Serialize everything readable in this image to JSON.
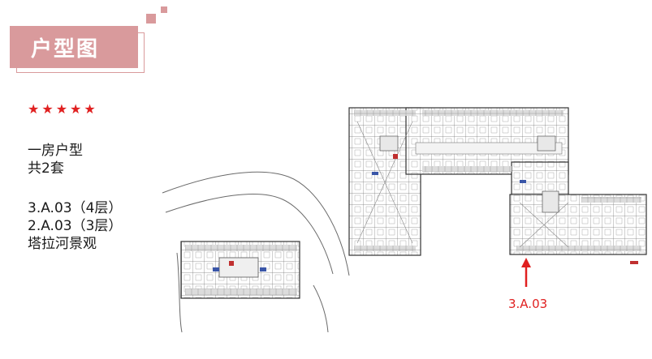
{
  "header": {
    "title": "户型图"
  },
  "rating": {
    "stars": "★★★★★",
    "value": 5,
    "max": 5
  },
  "details": {
    "type": "一房户型",
    "count": "共2套",
    "units": [
      "3.A.03（4层）",
      "2.A.03（3层）"
    ],
    "view": "塔拉河景观"
  },
  "plan": {
    "marker_label": "3.A.03"
  },
  "colors": {
    "accent": "#d99a9c",
    "marker": "#e02020"
  }
}
